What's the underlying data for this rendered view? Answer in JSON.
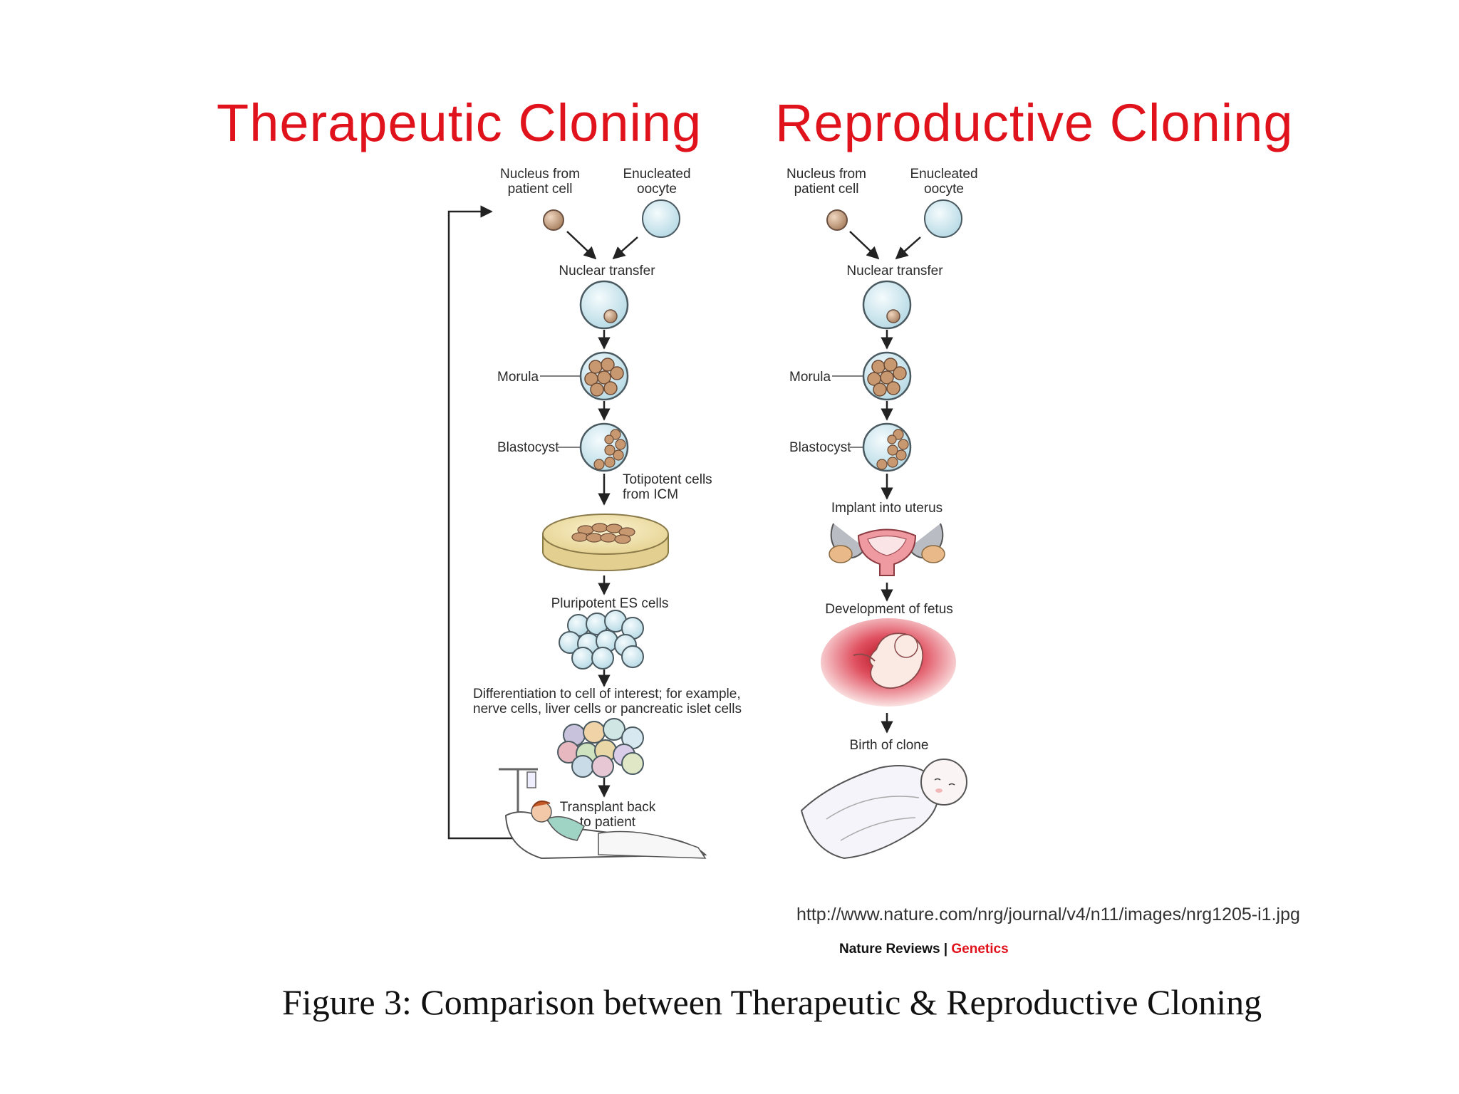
{
  "titles": {
    "therapeutic": "Therapeutic Cloning",
    "reproductive": "Reproductive Cloning"
  },
  "therapeutic": {
    "nucleus_l1": "Nucleus from",
    "nucleus_l2": "patient cell",
    "oocyte_l1": "Enucleated",
    "oocyte_l2": "oocyte",
    "nuclear_transfer": "Nuclear transfer",
    "morula": "Morula",
    "blastocyst": "Blastocyst",
    "totipotent_l1": "Totipotent cells",
    "totipotent_l2": "from ICM",
    "pluripotent": "Pluripotent ES cells",
    "differentiation_l1": "Differentiation to cell of interest; for example,",
    "differentiation_l2": "nerve cells, liver cells or pancreatic islet cells",
    "transplant_l1": "Transplant back",
    "transplant_l2": "to patient"
  },
  "reproductive": {
    "nucleus_l1": "Nucleus from",
    "nucleus_l2": "patient cell",
    "oocyte_l1": "Enucleated",
    "oocyte_l2": "oocyte",
    "nuclear_transfer": "Nuclear transfer",
    "morula": "Morula",
    "blastocyst": "Blastocyst",
    "implant": "Implant into uterus",
    "development": "Development of fetus",
    "birth": "Birth of clone"
  },
  "source": {
    "url": "http://www.nature.com/nrg/journal/v4/n11/images/nrg1205-i1.jpg",
    "publisher": "Nature Reviews",
    "separator": "|",
    "journal": "Genetics"
  },
  "caption": "Figure 3: Comparison between Therapeutic & Reproductive Cloning",
  "colors": {
    "heading": "#e0121c",
    "cell_fill": "#d6ecf2",
    "cell_stroke": "#4a5a60",
    "nucleus_fill": "#c9a58a",
    "dish_fill": "#efe2b0",
    "womb_red": "#c8101c"
  }
}
